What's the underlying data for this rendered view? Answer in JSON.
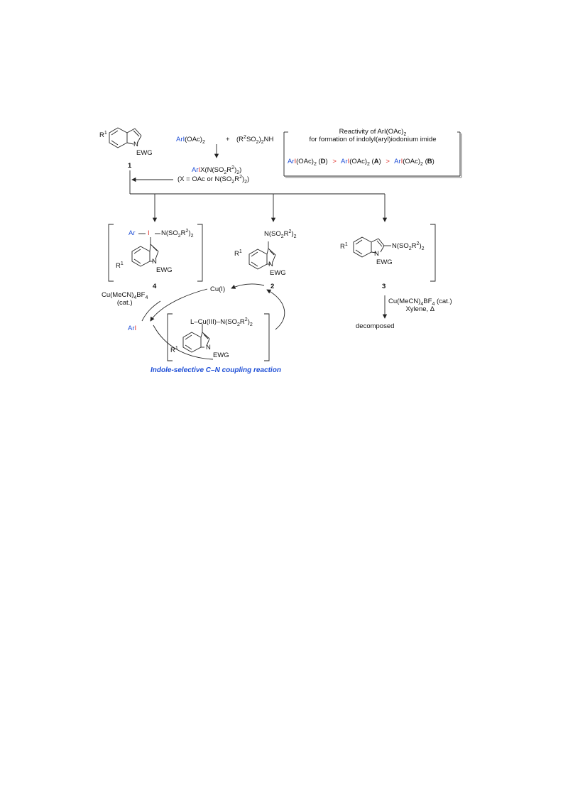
{
  "reagents": {
    "aryl_iodine": "ArI",
    "aryl_iodine_tail": "(OAc)",
    "aryl_iodine_sub": "2",
    "plus": "+",
    "imide_a": "(R",
    "imide_sup": "2",
    "imide_b": "SO",
    "imide_sub1": "2",
    "imide_c": ")",
    "imide_sub2": "2",
    "imide_d": "NH"
  },
  "intermediate": {
    "ar": "Ar",
    "i": "I",
    "x_formula": "X(N(SO",
    "x_sub": "2",
    "x_r": "R",
    "x_sup": "2",
    "x_close": ")",
    "x_sub2": "2",
    "x_end": ")",
    "condition": "(X = OAc or N(SO",
    "condition_sub": "2",
    "condition_r": "R",
    "condition_sup": "2",
    "condition_close": ")",
    "condition_sub2": "2",
    "condition_end": ")"
  },
  "reactivity_box": {
    "title_line1": "Reactivity of ArI(OAc)",
    "title_line1_sub": "2",
    "title_line2": "for formation of indolyl(aryl)iodonium imide",
    "items": [
      {
        "ar": "Ar",
        "i": "I",
        "tail": "(OAc)",
        "sub": "2",
        "label": "D"
      },
      {
        "ar": "Ar",
        "i": "I",
        "tail": "(OAc)",
        "sub": "2",
        "label": "A"
      },
      {
        "ar": "Ar",
        "i": "I",
        "tail": "(OAc)",
        "sub": "2",
        "label": "B"
      }
    ],
    "separator": ">"
  },
  "compounds": {
    "c1": {
      "number": "1",
      "r": "R",
      "r_sup": "1",
      "n": "N",
      "ewg": "EWG"
    },
    "c2": {
      "number": "2",
      "r": "R",
      "r_sup": "1",
      "n": "N",
      "ewg": "EWG",
      "sub_a": "N(SO",
      "sub_b": "2",
      "sub_c": "R",
      "sub_d": "2",
      "sub_e": ")",
      "sub_f": "2"
    },
    "c3": {
      "number": "3",
      "r": "R",
      "r_sup": "1",
      "n": "N",
      "ewg": "EWG",
      "sub_a": "N(SO",
      "sub_b": "2",
      "sub_c": "R",
      "sub_d": "2",
      "sub_e": ")",
      "sub_f": "2"
    },
    "c4": {
      "number": "4",
      "r": "R",
      "r_sup": "1",
      "n": "N",
      "ewg": "EWG",
      "ar": "Ar",
      "i": "I",
      "sub_a": "N(SO",
      "sub_b": "2",
      "sub_c": "R",
      "sub_d": "2",
      "sub_e": ")",
      "sub_f": "2"
    }
  },
  "cycle": {
    "catalyst_a": "Cu(MeCN)",
    "catalyst_sub": "4",
    "catalyst_b": "BF",
    "catalyst_sub2": "4",
    "catalyst_cat": "(cat.)",
    "cu1": "Cu(I)",
    "byproduct_ar": "Ar",
    "byproduct_i": "I",
    "cu3_a": "L–Cu(III)–N(SO",
    "cu3_sub": "2",
    "cu3_r": "R",
    "cu3_sup": "2",
    "cu3_close": ")",
    "cu3_sub2": "2",
    "cu3_r1": "R",
    "cu3_r1_sup": "1",
    "cu3_n": "N",
    "cu3_ewg": "EWG"
  },
  "branch3": {
    "cond_a": "Cu(MeCN)",
    "cond_sub": "4",
    "cond_b": "BF",
    "cond_sub2": "4",
    "cond_c": " (cat.)",
    "cond_line2": "Xylene, Δ",
    "result": "decomposed"
  },
  "caption": "Indole-selective C–N coupling reaction",
  "colors": {
    "blue": "#1f4fd6",
    "red": "#e0302a"
  }
}
